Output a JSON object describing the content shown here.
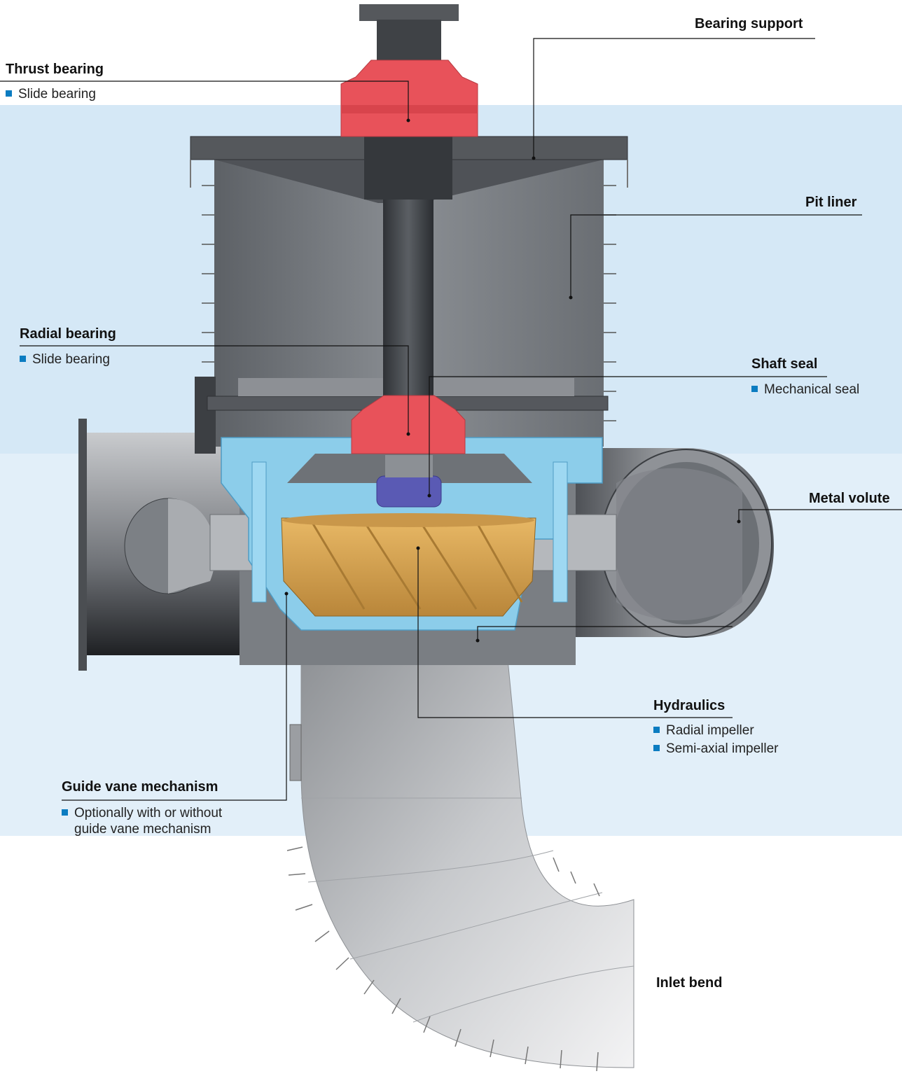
{
  "labels": {
    "thrust_bearing": {
      "title": "Thrust bearing",
      "items": [
        "Slide bearing"
      ]
    },
    "bearing_support": {
      "title": "Bearing support"
    },
    "pit_liner": {
      "title": "Pit liner"
    },
    "radial_bearing": {
      "title": "Radial bearing",
      "items": [
        "Slide bearing"
      ]
    },
    "shaft_seal": {
      "title": "Shaft seal",
      "items": [
        "Mechanical seal"
      ]
    },
    "metal_volute": {
      "title": "Metal volute"
    },
    "hydraulics": {
      "title": "Hydraulics",
      "items": [
        "Radial impeller",
        "Semi-axial impeller"
      ]
    },
    "guide_vane": {
      "title": "Guide vane mechanism",
      "items": [
        "Optionally with or without",
        "guide vane mechanism"
      ]
    },
    "inlet_bend": {
      "title": "Inlet bend"
    }
  },
  "colors": {
    "bullet": "#0b7cc1",
    "band_top": "#d5e8f6",
    "band_bottom": "#e2eff9",
    "bearing_red": "#e8525a",
    "casing_blue": "#8ccdea",
    "impeller_gold": "#d9a64f",
    "seal_purple": "#5a5ab4",
    "steel": "#6f7378"
  }
}
